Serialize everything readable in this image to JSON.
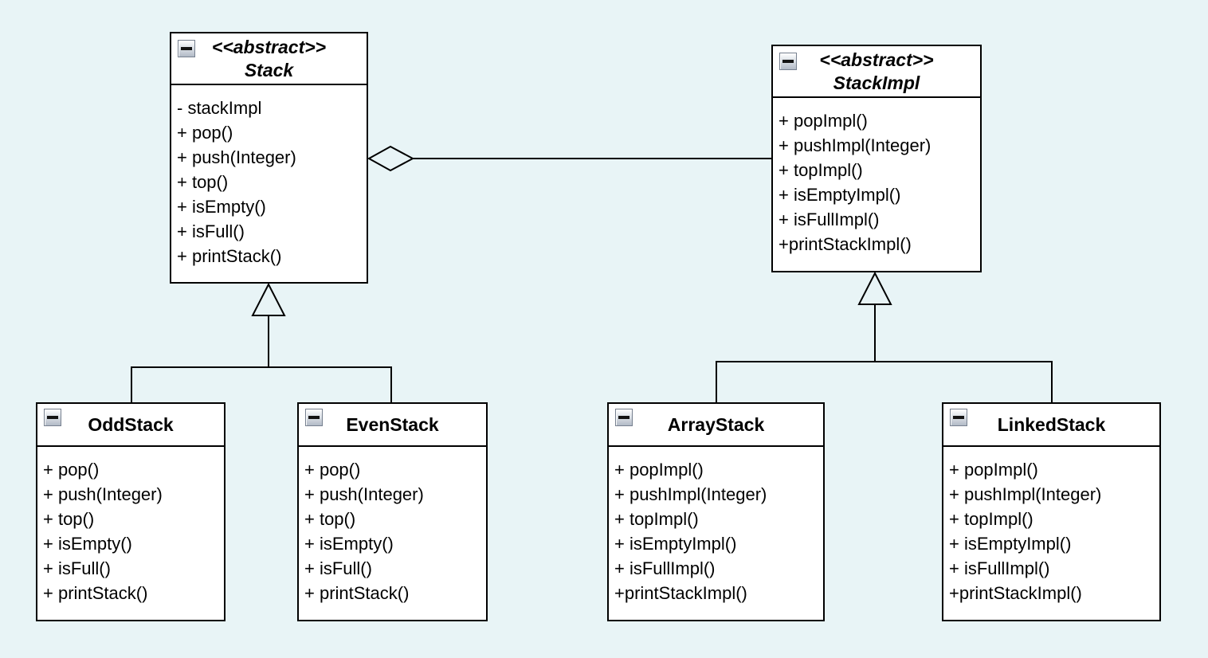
{
  "diagram": {
    "kind": "uml-class-diagram",
    "colors": {
      "canvas_background": "#e8f4f6",
      "box_fill": "#ffffff",
      "box_border": "#000000",
      "text": "#000000",
      "collapse_icon_border": "#76808f",
      "collapse_icon_fill": "#c9d0d9"
    },
    "icons": {
      "collapse": "collapse-minus-icon"
    },
    "classes": [
      {
        "id": "stack",
        "stereotype": "<<abstract>>",
        "name": "Stack",
        "abstract": true,
        "members": [
          "- stackImpl",
          "+ pop()",
          "+ push(Integer)",
          "+ top()",
          "+ isEmpty()",
          "+ isFull()",
          "+ printStack()"
        ]
      },
      {
        "id": "stackimpl",
        "stereotype": "<<abstract>>",
        "name": "StackImpl",
        "abstract": true,
        "members": [
          "+ popImpl()",
          "+ pushImpl(Integer)",
          "+ topImpl()",
          "+ isEmptyImpl()",
          "+ isFullImpl()",
          "+printStackImpl()"
        ]
      },
      {
        "id": "oddstack",
        "stereotype": "",
        "name": "OddStack",
        "abstract": false,
        "members": [
          "+ pop()",
          "+ push(Integer)",
          "+ top()",
          "+ isEmpty()",
          "+ isFull()",
          "+ printStack()"
        ]
      },
      {
        "id": "evenstack",
        "stereotype": "",
        "name": "EvenStack",
        "abstract": false,
        "members": [
          "+ pop()",
          "+ push(Integer)",
          "+ top()",
          "+ isEmpty()",
          "+ isFull()",
          "+ printStack()"
        ]
      },
      {
        "id": "arraystack",
        "stereotype": "",
        "name": "ArrayStack",
        "abstract": false,
        "members": [
          "+ popImpl()",
          "+ pushImpl(Integer)",
          "+ topImpl()",
          "+ isEmptyImpl()",
          "+ isFullImpl()",
          "+printStackImpl()"
        ]
      },
      {
        "id": "linkedstack",
        "stereotype": "",
        "name": "LinkedStack",
        "abstract": false,
        "members": [
          "+ popImpl()",
          "+ pushImpl(Integer)",
          "+ topImpl()",
          "+ isEmptyImpl()",
          "+ isFullImpl()",
          "+printStackImpl()"
        ]
      }
    ],
    "relationships": [
      {
        "type": "aggregation",
        "owner": "Stack",
        "part": "StackImpl"
      },
      {
        "type": "generalization",
        "child": "OddStack",
        "parent": "Stack"
      },
      {
        "type": "generalization",
        "child": "EvenStack",
        "parent": "Stack"
      },
      {
        "type": "generalization",
        "child": "ArrayStack",
        "parent": "StackImpl"
      },
      {
        "type": "generalization",
        "child": "LinkedStack",
        "parent": "StackImpl"
      }
    ]
  }
}
